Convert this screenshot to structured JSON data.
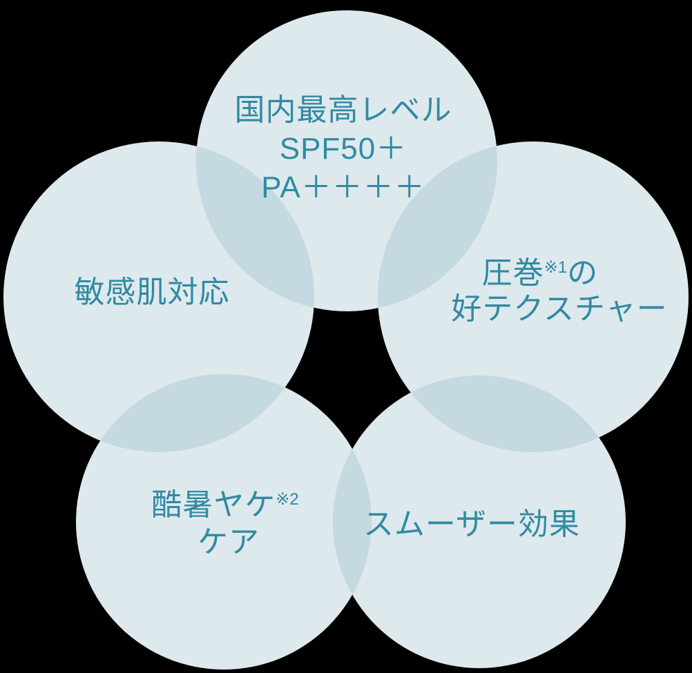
{
  "colors": {
    "background": "#000000",
    "circle_fill": "#dde9ed",
    "overlap_fill": "#c4d9e0",
    "text": "#318aa2"
  },
  "labels": {
    "top": {
      "line1": "国内最高レベル",
      "line2": "SPF50＋",
      "line3": "PA＋＋＋＋"
    },
    "left": {
      "line1": "敏感肌対応"
    },
    "right": {
      "line1_main": "圧巻",
      "line1_sup": "※1",
      "line1_tail": "の",
      "line2": "好テクスチャー"
    },
    "bottom_left": {
      "line1_main": "酷暑ヤケ",
      "line1_sup": "※2",
      "line2": "ケア"
    },
    "bottom_right": {
      "line1": "スムーザー効果"
    }
  }
}
